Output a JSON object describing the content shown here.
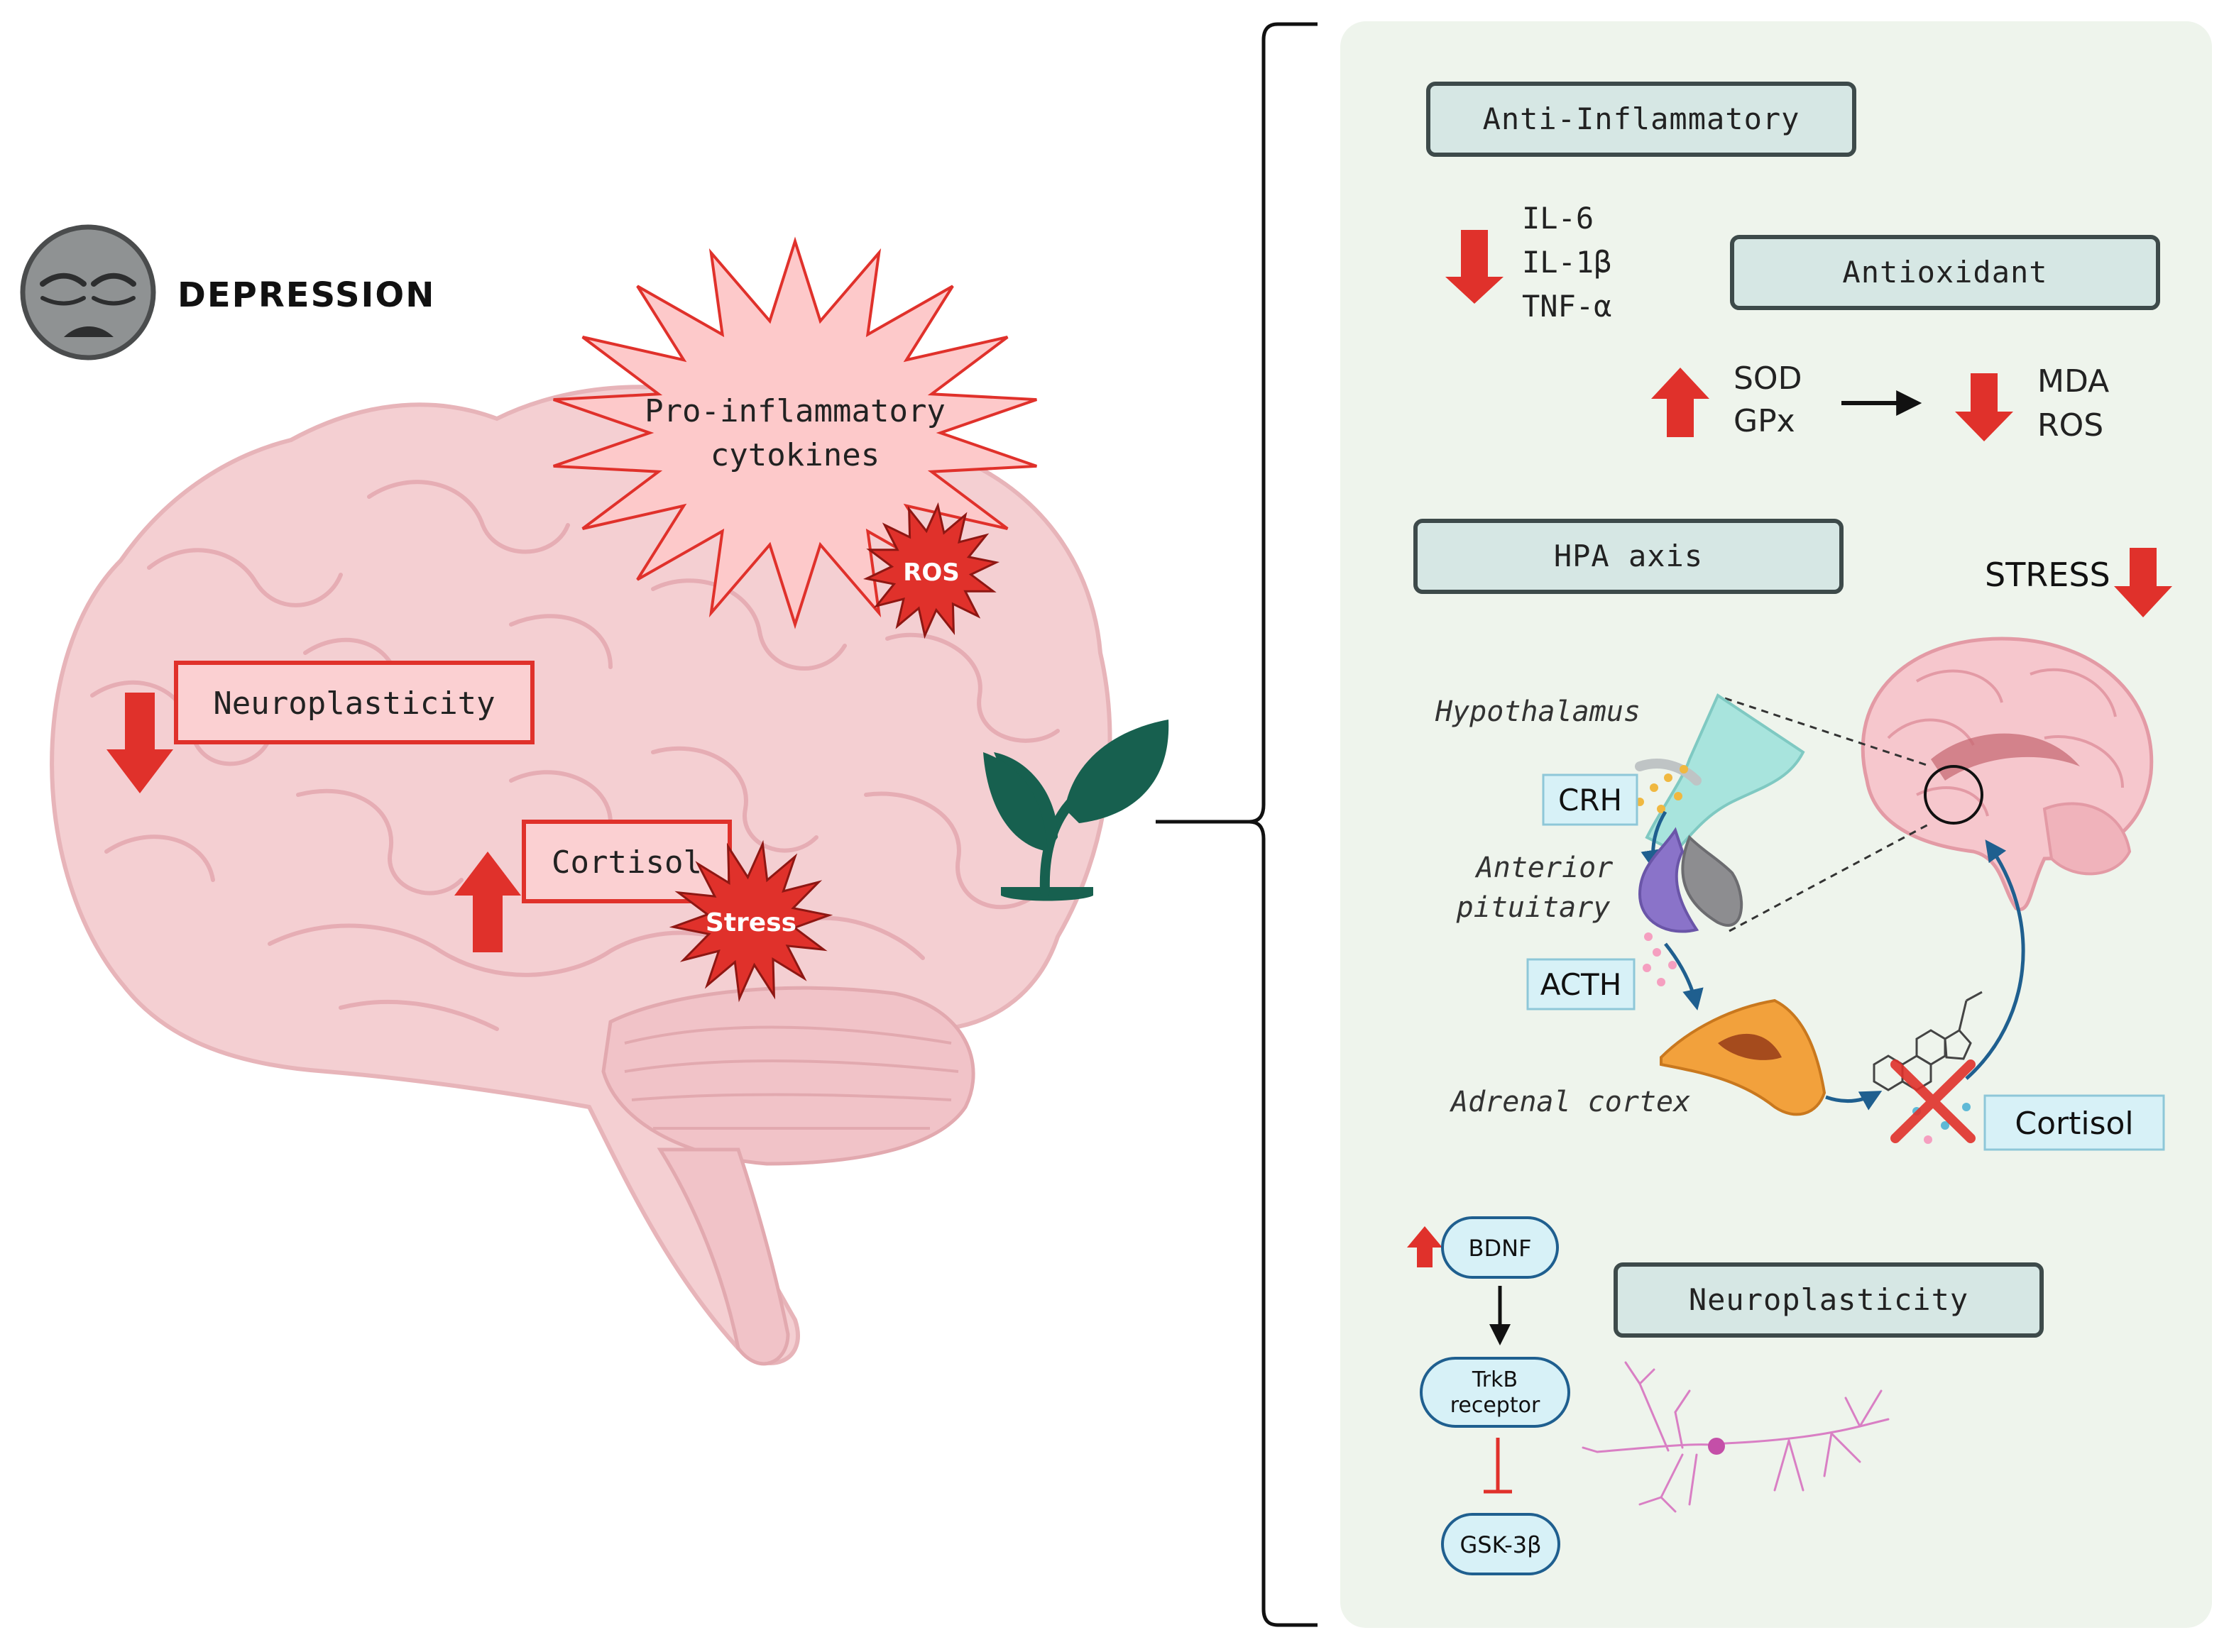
{
  "left": {
    "depression_label": "DEPRESSION",
    "pro_inflammatory": [
      "Pro-inflammatory",
      "cytokines"
    ],
    "ros_badge": "ROS",
    "neuroplasticity_label": "Neuroplasticity",
    "cortisol_label": "Cortisol",
    "stress_badge": "Stress"
  },
  "right": {
    "anti_inflammatory_title": "Anti-Inflammatory",
    "cytokines": [
      "IL-6",
      "IL-1β",
      "TNF-α"
    ],
    "antioxidant_title": "Antioxidant",
    "enzymes": [
      "SOD",
      "GPx"
    ],
    "markers": [
      "MDA",
      "ROS"
    ],
    "hpa_title": "HPA axis",
    "stress_label": "STRESS",
    "hypothalamus_label": "Hypothalamus",
    "crh_label": "CRH",
    "anterior_pituitary": [
      "Anterior",
      "pituitary"
    ],
    "acth_label": "ACTH",
    "adrenal_cortex_label": "Adrenal cortex",
    "cortisol_label": "Cortisol",
    "bdnf_label": "BDNF",
    "trkb_receptor": [
      "TrkB",
      "receptor"
    ],
    "gsk_label": "GSK-3β",
    "neuroplasticity_title": "Neuroplasticity"
  },
  "colors": {
    "arrow_red": "#e0312b",
    "panel_bg": "#eef4ec",
    "header_box_fill": "#d6e7e4",
    "label_box_fill": "#d7f1f7",
    "brain_pink": "#f4cfd2",
    "plant_green": "#17604f",
    "starburst_fill": "#fdc9ca",
    "starburst_stroke": "#e0312b"
  }
}
